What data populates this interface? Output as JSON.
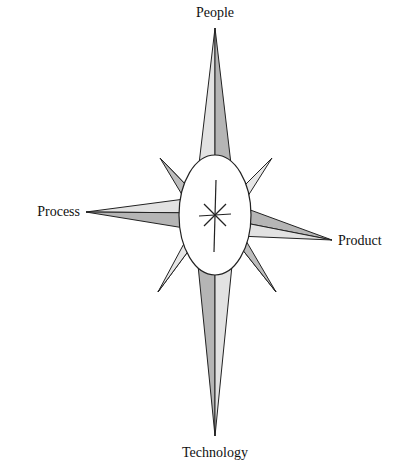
{
  "diagram": {
    "labels": [
      "People",
      "Process",
      "Product",
      "Technology"
    ]
  }
}
